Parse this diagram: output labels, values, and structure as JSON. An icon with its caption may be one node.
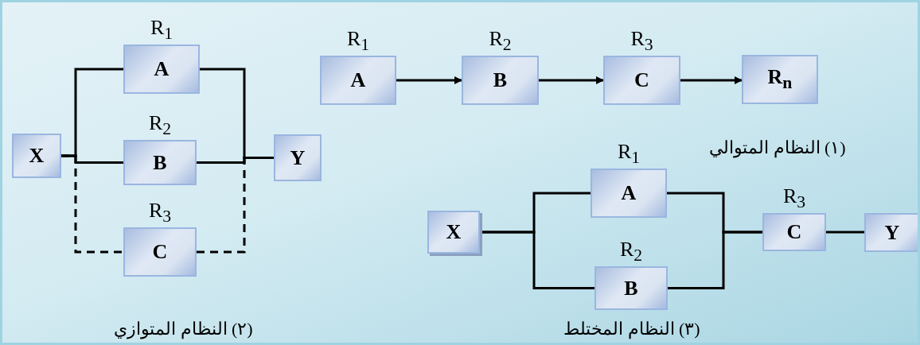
{
  "diagram": {
    "nodes": [
      {
        "text": [
          "X"
        ]
      },
      {
        "text": [
          "A"
        ],
        "beside": [
          "R$_{1}$"
        ]
      },
      {
        "text": [
          "B"
        ],
        "beside": [
          "R$_{2}$"
        ]
      },
      {
        "text": [
          "C"
        ],
        "beside": [
          "R$_{3}$"
        ]
      },
      {
        "text": [
          "Y"
        ]
      },
      {
        "text": [
          "A"
        ],
        "beside": [
          "R$_{1}$"
        ]
      },
      {
        "text": [
          "B"
        ],
        "beside": [
          "R$_{2}$"
        ]
      },
      {
        "text": [
          "C"
        ],
        "beside": [
          "R$_{3}$"
        ]
      },
      {
        "text": [
          "R$_{n}$"
        ]
      },
      {
        "text": [
          "X"
        ]
      },
      {
        "text": [
          "A"
        ],
        "beside": [
          "R$_{1}$"
        ]
      },
      {
        "text": [
          "B"
        ],
        "beside": [
          "R$_{2}$"
        ]
      },
      {
        "text": [
          "C"
        ],
        "beside": [
          "R$_{3}$"
        ]
      },
      {
        "text": [
          "Y"
        ]
      }
    ],
    "edges": [
      {
        "from": 0,
        "to": 1,
        "arrow": "none"
      },
      {
        "from": 0,
        "to": 2,
        "arrow": "none"
      },
      {
        "from": 0,
        "to": 3,
        "arrow": "none",
        "style": "dashed"
      },
      {
        "from": 1,
        "to": 4,
        "arrow": "none"
      },
      {
        "from": 2,
        "to": 4,
        "arrow": "none"
      },
      {
        "from": 3,
        "to": 4,
        "arrow": "none",
        "style": "dashed"
      },
      {
        "from": 5,
        "to": 6,
        "arrow": "to"
      },
      {
        "from": 6,
        "to": 7,
        "arrow": "to"
      },
      {
        "from": 7,
        "to": 8,
        "arrow": "to"
      },
      {
        "from": 9,
        "to": 10,
        "arrow": "none"
      },
      {
        "from": 9,
        "to": 11,
        "arrow": "none"
      },
      {
        "from": 10,
        "to": 12,
        "arrow": "none"
      },
      {
        "from": 11,
        "to": 12,
        "arrow": "none"
      },
      {
        "from": 12,
        "to": 13,
        "arrow": "none"
      }
    ],
    "labels": [
      "(١) النظام المتوالي",
      "(٢) النظام المتوازي",
      "(٣) النظام المختلط"
    ]
  }
}
